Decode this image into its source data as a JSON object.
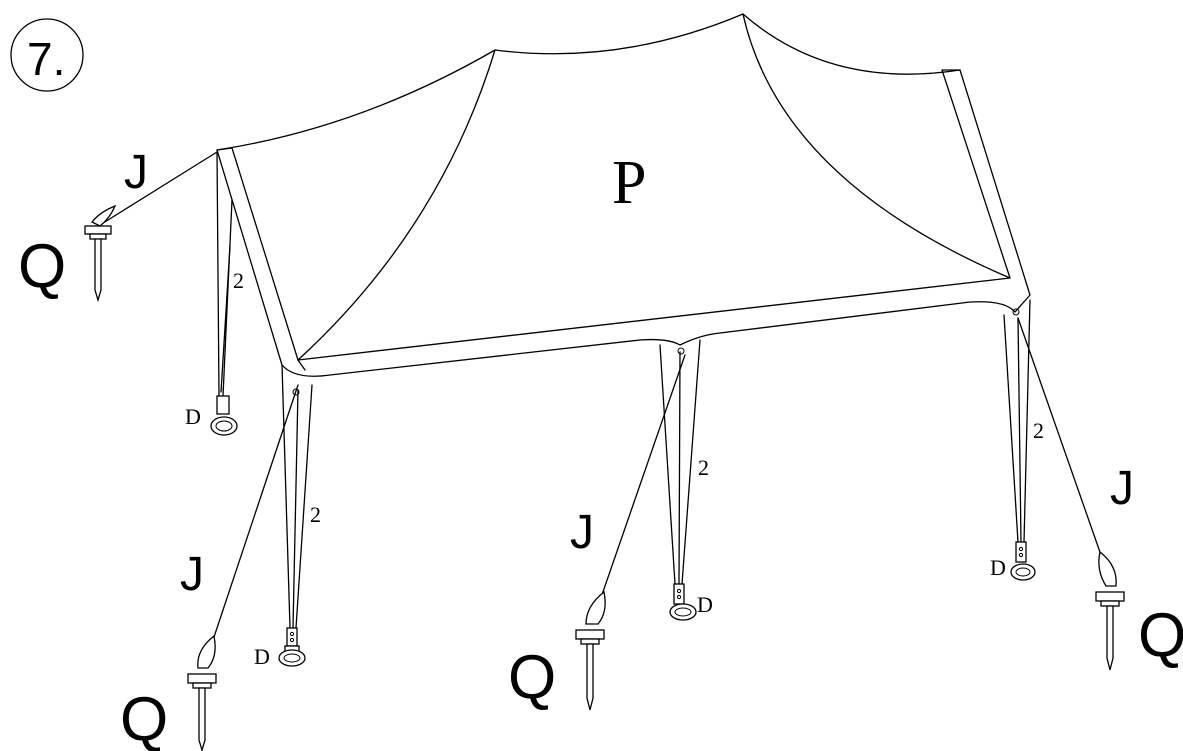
{
  "step": {
    "number": "7."
  },
  "labels": {
    "canopy": "P",
    "rope": "J",
    "stake": "Q",
    "leg_foot": "D",
    "leg_part": "2"
  },
  "colors": {
    "line": "#000000",
    "background": "#ffffff"
  }
}
